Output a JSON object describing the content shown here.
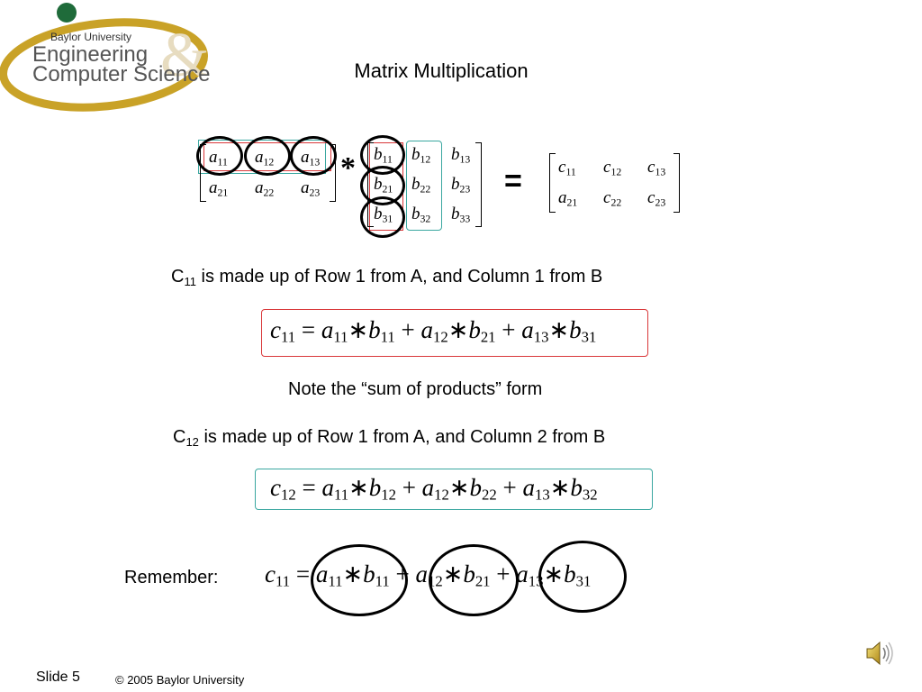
{
  "logo": {
    "university": "Baylor University",
    "line1": "Engineering",
    "line2": "Computer Science",
    "colors": {
      "green": "#1f6b3a",
      "gold": "#c9a227",
      "text": "#555555"
    }
  },
  "title": "Matrix Multiplication",
  "matrices": {
    "a": [
      [
        "11",
        "12",
        "13"
      ],
      [
        "21",
        "22",
        "23"
      ]
    ],
    "b": [
      [
        "11",
        "12",
        "13"
      ],
      [
        "21",
        "22",
        "23"
      ],
      [
        "31",
        "32",
        "33"
      ]
    ],
    "c": [
      [
        "11",
        "12",
        "13"
      ],
      [
        "21",
        "22",
        "23"
      ]
    ],
    "times": "*",
    "equals": "="
  },
  "text": {
    "c11_prefix": "C",
    "c11_sub": "11",
    "c11_rest": " is made up of Row 1 from A, and Column 1 from B",
    "note": "Note the “sum of products” form",
    "c12_prefix": "C",
    "c12_sub": "12",
    "c12_rest": " is made up of Row 1 from A, and Column 2 from B",
    "remember": "Remember:"
  },
  "equations": {
    "c11": {
      "lhs": "11",
      "terms": [
        [
          "11",
          "11"
        ],
        [
          "12",
          "21"
        ],
        [
          "13",
          "31"
        ]
      ]
    },
    "c12": {
      "lhs": "12",
      "terms": [
        [
          "11",
          "12"
        ],
        [
          "12",
          "22"
        ],
        [
          "13",
          "32"
        ]
      ]
    }
  },
  "footer": {
    "slide": "Slide 5",
    "copyright": "© 2005 Baylor University"
  },
  "colors": {
    "red_box": "#d9383a",
    "teal_box": "#3aa7a0"
  },
  "icons": {
    "speaker": "speaker-icon"
  }
}
